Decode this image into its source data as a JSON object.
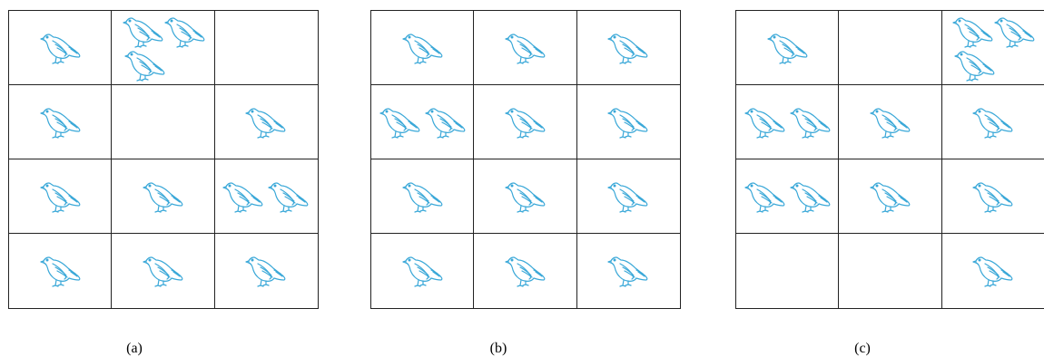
{
  "panels": [
    {
      "caption": "(a)",
      "counts": [
        [
          1,
          3,
          0
        ],
        [
          1,
          0,
          1
        ],
        [
          1,
          1,
          2
        ],
        [
          1,
          1,
          1
        ]
      ]
    },
    {
      "caption": "(b)",
      "counts": [
        [
          1,
          1,
          1
        ],
        [
          2,
          1,
          1
        ],
        [
          1,
          1,
          1
        ],
        [
          1,
          1,
          1
        ]
      ]
    },
    {
      "caption": "(c)",
      "counts": [
        [
          1,
          0,
          3
        ],
        [
          2,
          1,
          1
        ],
        [
          2,
          1,
          1
        ],
        [
          0,
          0,
          1
        ]
      ]
    }
  ],
  "colors": {
    "bird": "#3aa8d8",
    "grid": "#222222"
  },
  "icon": "pigeon-icon"
}
